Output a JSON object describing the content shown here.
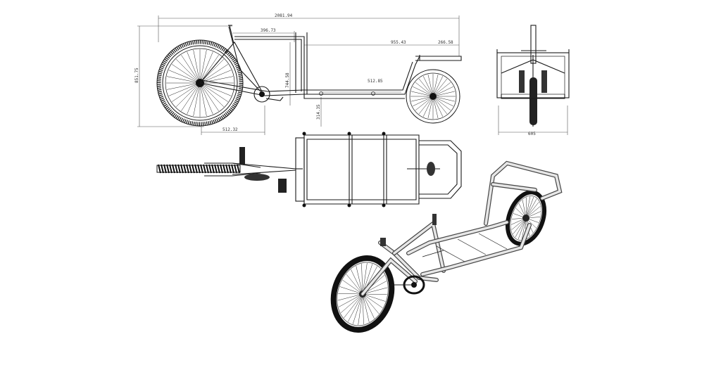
{
  "dimensions": {
    "overall_length": "2081.94",
    "rear_frame": "396.73",
    "cargo_length": "955.43",
    "front_section": "266.58",
    "overall_height": "851.75",
    "mid_height": "744.58",
    "platform_height": "512.85",
    "bottom_bracket": "314.35",
    "rear_offset": "512.32",
    "width": "605"
  }
}
